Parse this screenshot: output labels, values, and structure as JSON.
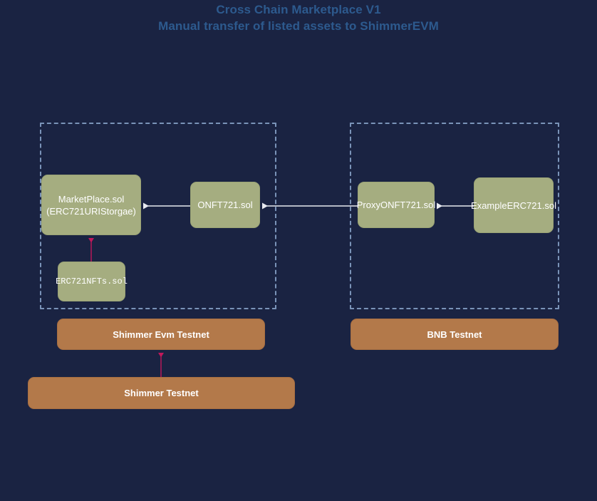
{
  "title": {
    "line1": "Cross Chain Marketplace V1",
    "line2": "Manual transfer of listed assets to ShimmerEVM",
    "color": "#2d5a8e"
  },
  "colors": {
    "background": "#1a2342",
    "contract_fill": "#a5ad80",
    "network_fill": "#b3794a",
    "cluster_border": "#7a93b8",
    "arrow_white": "#e8eaf0",
    "arrow_magenta": "#c2185b",
    "label_text": "#ffffff"
  },
  "clusters": [
    {
      "id": "cluster-shimmer",
      "name": "shimmer-evm-cluster"
    },
    {
      "id": "cluster-bnb",
      "name": "bnb-cluster"
    }
  ],
  "contracts": [
    {
      "id": "box-marketplace",
      "label": "MarketPlace.sol\n(ERC721URIStorgae)",
      "line1": "MarketPlace.sol",
      "line2": "(ERC721URIStorgae)"
    },
    {
      "id": "box-onft721",
      "label": "ONFT721.sol"
    },
    {
      "id": "box-proxyonft721",
      "label": "ProxyONFT721.sol"
    },
    {
      "id": "box-exampleerc721",
      "label": "ExampleERC721.sol"
    },
    {
      "id": "box-erc721nfts",
      "label": "ERC721NFTs.sol"
    }
  ],
  "networks": [
    {
      "id": "bar-shimmer-evm",
      "label": "Shimmer Evm Testnet"
    },
    {
      "id": "bar-bnb",
      "label": "BNB Testnet"
    },
    {
      "id": "bar-shimmer",
      "label": "Shimmer Testnet"
    }
  ],
  "connectors": [
    {
      "name": "onft721-to-marketplace",
      "style": "white",
      "direction": "left"
    },
    {
      "name": "proxyonft721-to-onft721",
      "style": "white",
      "direction": "left"
    },
    {
      "name": "exampleerc721-to-proxyonft721",
      "style": "white",
      "direction": "left"
    },
    {
      "name": "erc721nfts-to-marketplace",
      "style": "magenta",
      "direction": "up"
    },
    {
      "name": "shimmer-testnet-to-shimmer-evm-testnet",
      "style": "magenta",
      "direction": "up"
    }
  ]
}
